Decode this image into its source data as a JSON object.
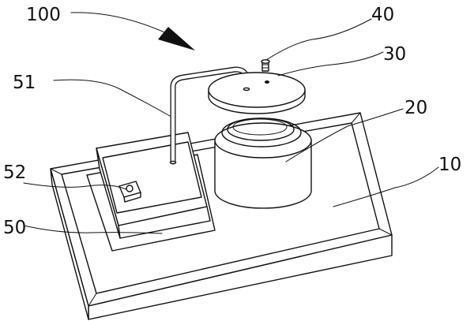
{
  "labels": {
    "assembly": "100",
    "screw": "40",
    "lid": "30",
    "pipe": "51",
    "cup": "20",
    "base": "10",
    "fitting": "52",
    "box": "50"
  }
}
